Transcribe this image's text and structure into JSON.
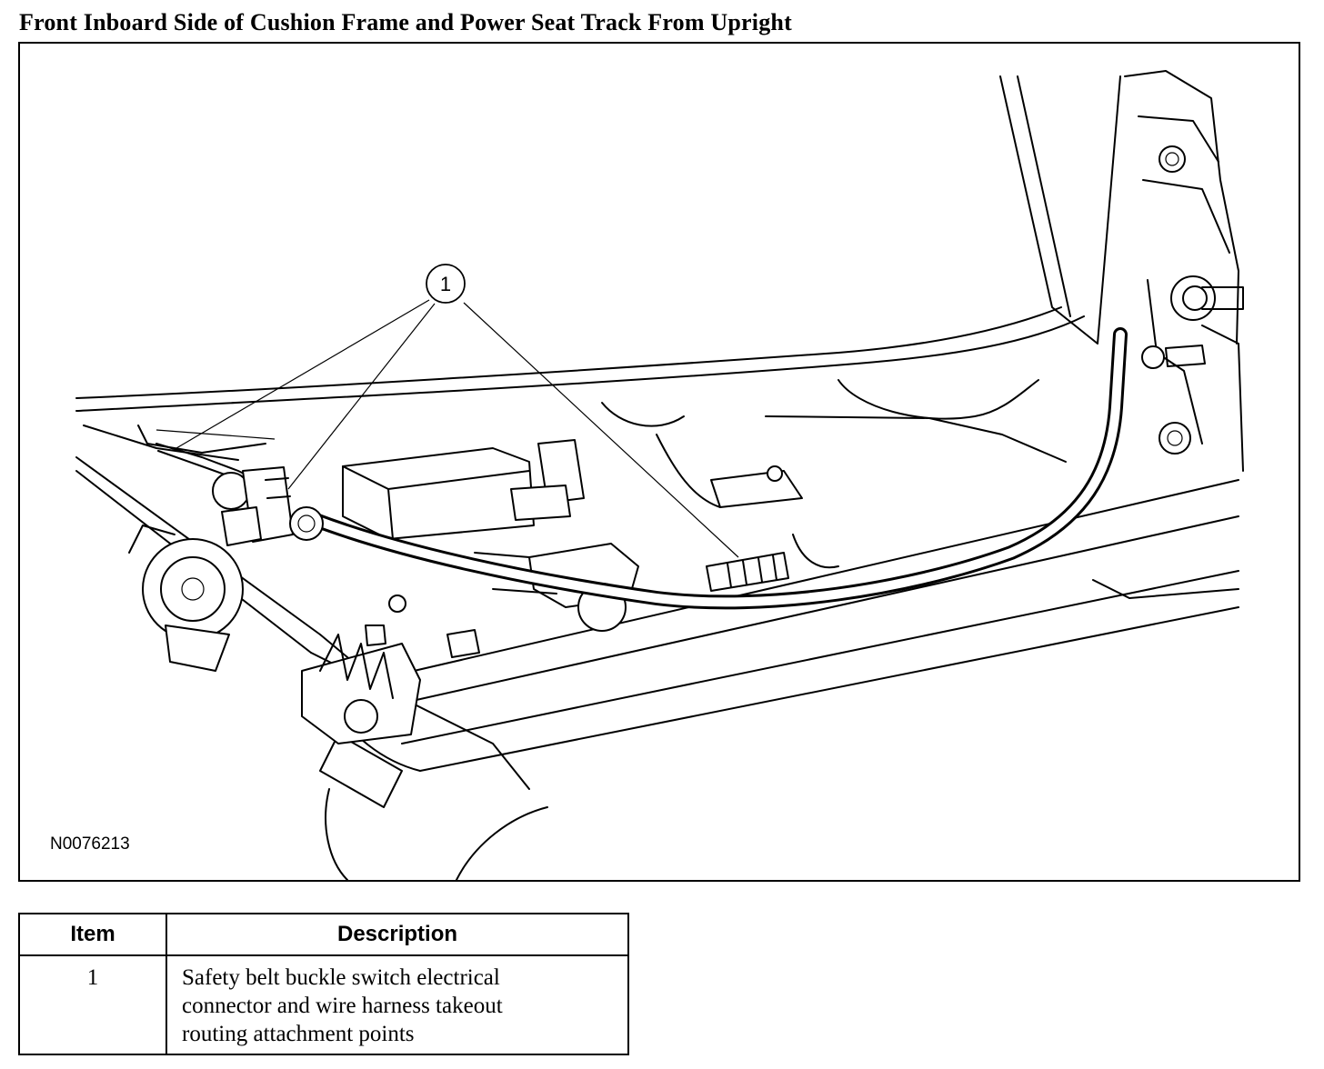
{
  "title": "Front Inboard Side of Cushion Frame and Power Seat Track From Upright",
  "figure": {
    "id": "N0076213",
    "callouts": [
      {
        "label": "1"
      }
    ]
  },
  "legend": {
    "headers": {
      "item": "Item",
      "description": "Description"
    },
    "rows": [
      {
        "item": "1",
        "description_lines": [
          "Safety belt buckle switch electrical",
          "connector and wire harness takeout",
          "routing attachment points"
        ]
      }
    ]
  }
}
